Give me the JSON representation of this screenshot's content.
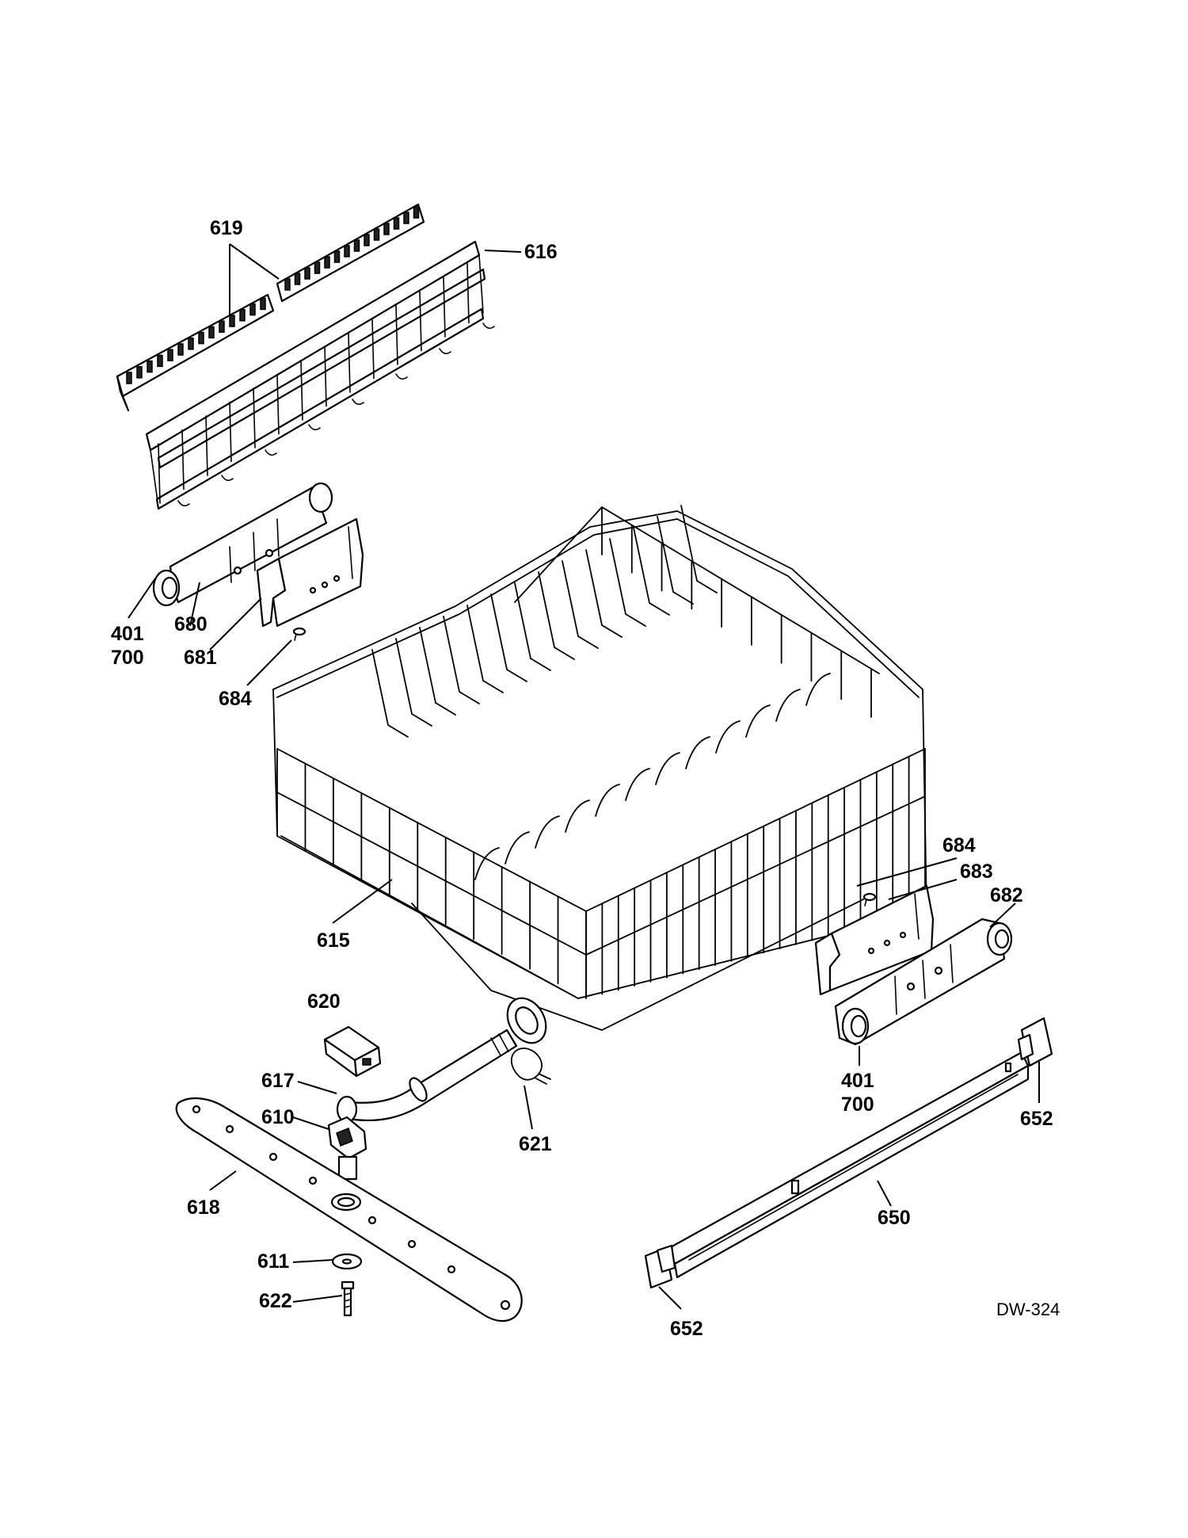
{
  "diagram": {
    "drawing_code": "DW-324",
    "parts": {
      "p619": "619",
      "p616": "616",
      "p401a": "401",
      "p700a": "700",
      "p680": "680",
      "p681": "681",
      "p684a": "684",
      "p684b": "684",
      "p683": "683",
      "p682": "682",
      "p615": "615",
      "p620": "620",
      "p617": "617",
      "p610": "610",
      "p621": "621",
      "p618": "618",
      "p611": "611",
      "p622": "622",
      "p401b": "401",
      "p700b": "700",
      "p652a": "652",
      "p650": "650",
      "p652b": "652"
    }
  }
}
